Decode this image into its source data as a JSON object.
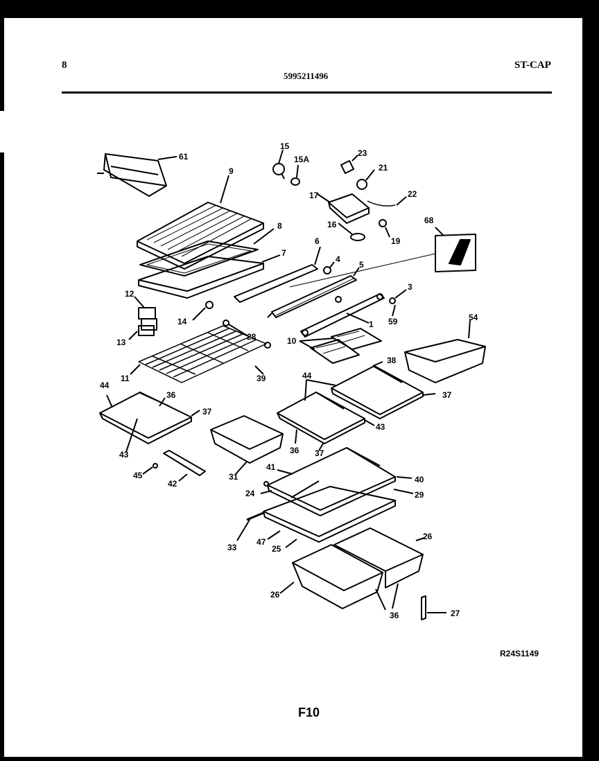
{
  "header": {
    "page_number": "8",
    "part_number": "5995211496",
    "model_code": "ST-CAP"
  },
  "callouts": [
    "61",
    "9",
    "15",
    "15A",
    "23",
    "21",
    "22",
    "17",
    "16",
    "19",
    "68",
    "8",
    "7",
    "6",
    "4",
    "5",
    "3",
    "12",
    "14",
    "1",
    "59",
    "54",
    "13",
    "10",
    "28",
    "38",
    "11",
    "39",
    "44",
    "36",
    "37",
    "37",
    "44",
    "43",
    "36",
    "37",
    "43",
    "45",
    "42",
    "31",
    "41",
    "40",
    "24",
    "29",
    "33",
    "47",
    "25",
    "26",
    "26",
    "36",
    "27"
  ],
  "footer": {
    "drawing_code": "R24S1149",
    "figure_code": "F10"
  }
}
